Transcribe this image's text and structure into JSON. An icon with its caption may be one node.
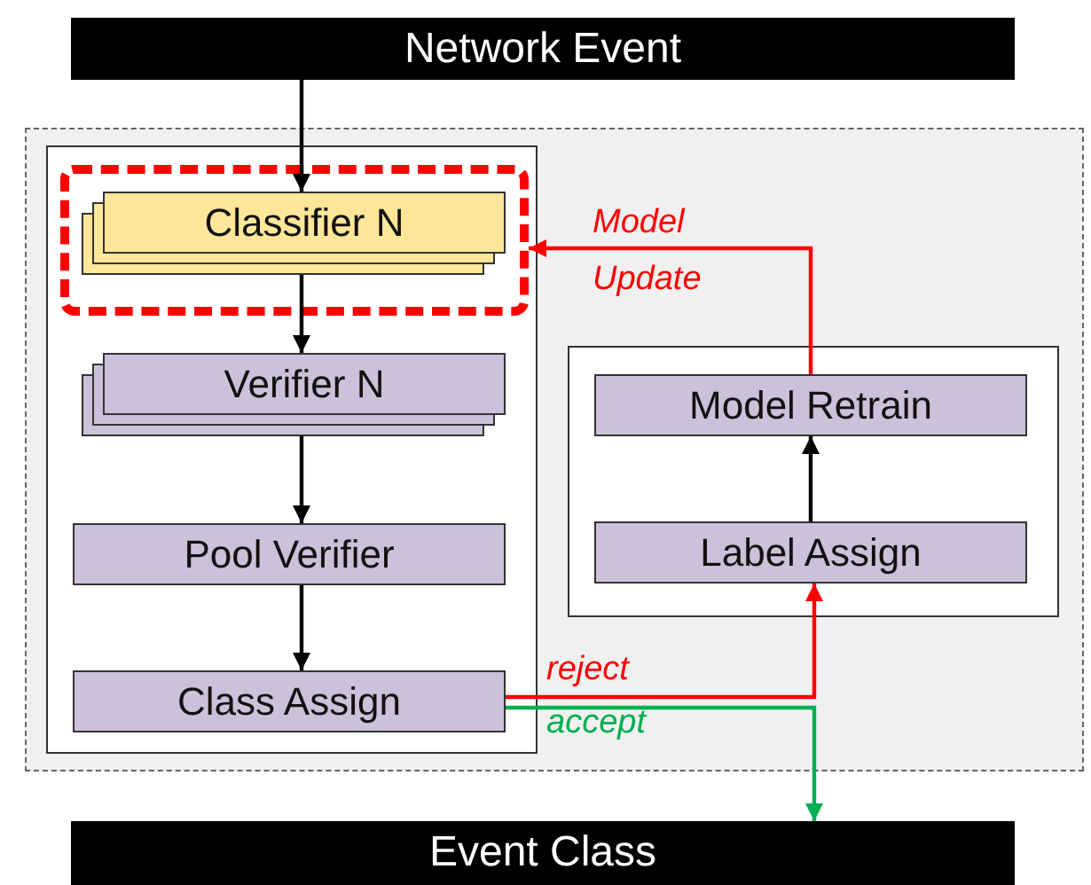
{
  "diagram": {
    "nodes": [
      {
        "text": [
          "Network Event"
        ]
      },
      {
        "text": [],
        "shape": "box"
      },
      {
        "text": [],
        "shape": "box",
        "in": 1
      },
      {
        "text": [],
        "shape": "box",
        "in": 2
      },
      {
        "text": [
          "Classifier N"
        ],
        "in": 3
      },
      {
        "text": [
          "Verifier N"
        ],
        "in": 2
      },
      {
        "text": [
          "Pool Verifier"
        ],
        "in": 2
      },
      {
        "text": [
          "Class Assign"
        ],
        "in": 2
      },
      {
        "text": [],
        "shape": "box",
        "in": 1
      },
      {
        "text": [
          "Model Retrain"
        ],
        "in": 8
      },
      {
        "text": [
          "Label Assign"
        ],
        "in": 8
      },
      {
        "text": [
          "Event Class"
        ]
      }
    ],
    "edges": [
      {
        "from": 0,
        "to": 4,
        "arrow": "to"
      },
      {
        "from": 4,
        "to": 5,
        "arrow": "to"
      },
      {
        "from": 5,
        "to": 6,
        "arrow": "to"
      },
      {
        "from": 6,
        "to": 7,
        "arrow": "to"
      },
      {
        "from": 10,
        "to": 9,
        "arrow": "to"
      },
      {
        "from": 9,
        "to": 3,
        "arrow": "to",
        "label": "Model Update",
        "color": "#ff0000"
      },
      {
        "from": 7,
        "to": 10,
        "arrow": "to",
        "label": "reject",
        "color": "#ff0000"
      },
      {
        "from": 7,
        "to": 11,
        "arrow": "to",
        "label": "accept",
        "color": "#00b050"
      }
    ]
  }
}
